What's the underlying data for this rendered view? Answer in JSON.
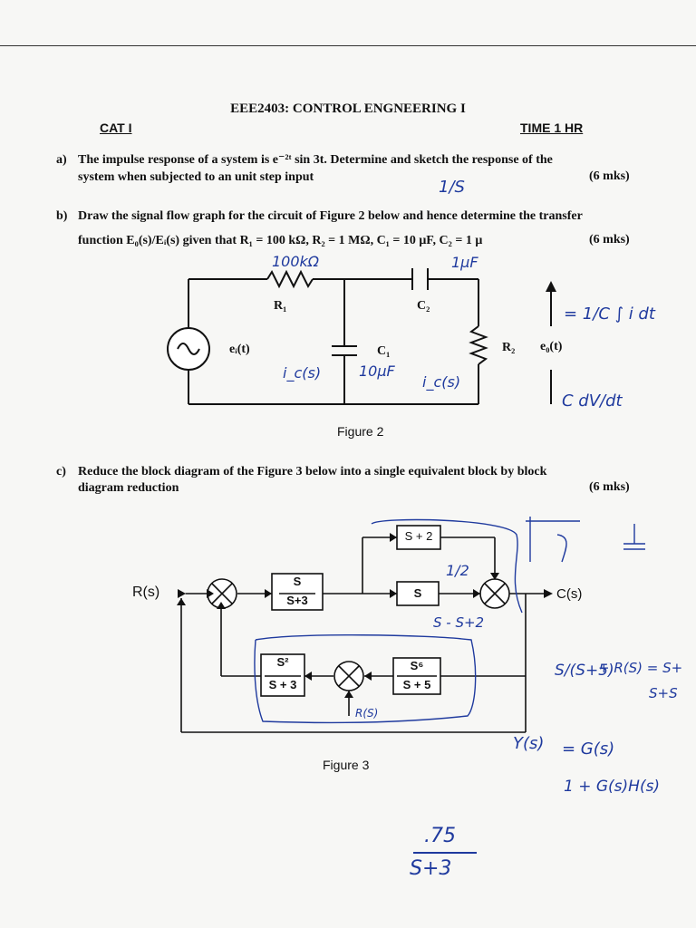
{
  "header": {
    "title": "EEE2403: CONTROL ENGNEERING I",
    "cat": "CAT I",
    "time": "TIME 1 HR"
  },
  "questions": [
    {
      "label": "a)",
      "line1": "The impulse response of a system is e⁻²ᵗ sin 3t. Determine and sketch the response of the",
      "line2": "system when subjected to an unit step input",
      "marks": "(6 mks)"
    },
    {
      "label": "b)",
      "line1": "Draw the signal flow graph for the circuit of Figure 2 below and hence determine the transfer",
      "line2": "function E₀(s)/Eᵢ(s) given that R₁ = 100 kΩ,  R₂ = 1 MΩ,  C₁ = 10 μF,  C₂ = 1 μ",
      "marks": "(6 mks)"
    },
    {
      "label": "c)",
      "line1": "Reduce the block diagram of the Figure 3 below into a single equivalent block by block",
      "line2": "diagram reduction",
      "marks": "(6 mks)"
    }
  ],
  "figure2": {
    "caption": "Figure 2",
    "r1": "R₁",
    "c2": "C₂",
    "c1": "C₁",
    "r2": "R₂",
    "ei": "eᵢ(t)",
    "eo": "e₀(t)"
  },
  "figure3": {
    "caption": "Figure 3",
    "input": "R(s)",
    "output": "C(s)",
    "blocks": {
      "b1_num": "S",
      "b1_den": "S+3",
      "b2": "S + 2",
      "b3": "S",
      "b4_num": "S²",
      "b4_den": "S + 3",
      "b5_num": "S⁶",
      "b5_den": "S + 5"
    }
  },
  "handwriting": {
    "one_over_s": "1/S",
    "r1_val": "100kΩ",
    "c2_val": "1μF",
    "integral": "= 1/C ∫ i dt",
    "ic": "i_c(s)",
    "ten_uf": "10μF",
    "ic2": "i_c(s)",
    "cdv": "C dV/dt",
    "one_half": "1/2",
    "s_minus": "S - S+2",
    "rs": "R(S)",
    "frac_a": "S/(S+5)",
    "plus_rs": "+ R(S) = S+",
    "s_plus": "S+S",
    "ys": "Y(s)",
    "eq": "= G(s)",
    "den": "1 + G(s)H(s)",
    "bottom_num": ".75",
    "bottom_den": "S+3"
  }
}
